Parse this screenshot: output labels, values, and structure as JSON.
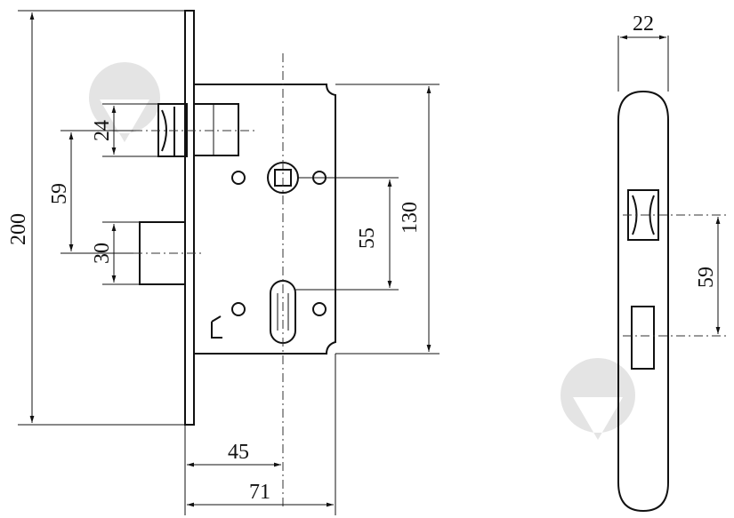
{
  "dimensions": {
    "total_height": "200",
    "spindle_to_latch": "59",
    "latch_height": "24",
    "deadbolt_height": "30",
    "spindle_to_cylinder": "55",
    "case_height": "130",
    "backset": "45",
    "case_depth": "71",
    "faceplate_width": "22",
    "faceplate_spacing": "59"
  },
  "colors": {
    "line": "#111111",
    "watermark": "#d9d9d9"
  },
  "icons": [
    "watermark-logo-icon"
  ]
}
